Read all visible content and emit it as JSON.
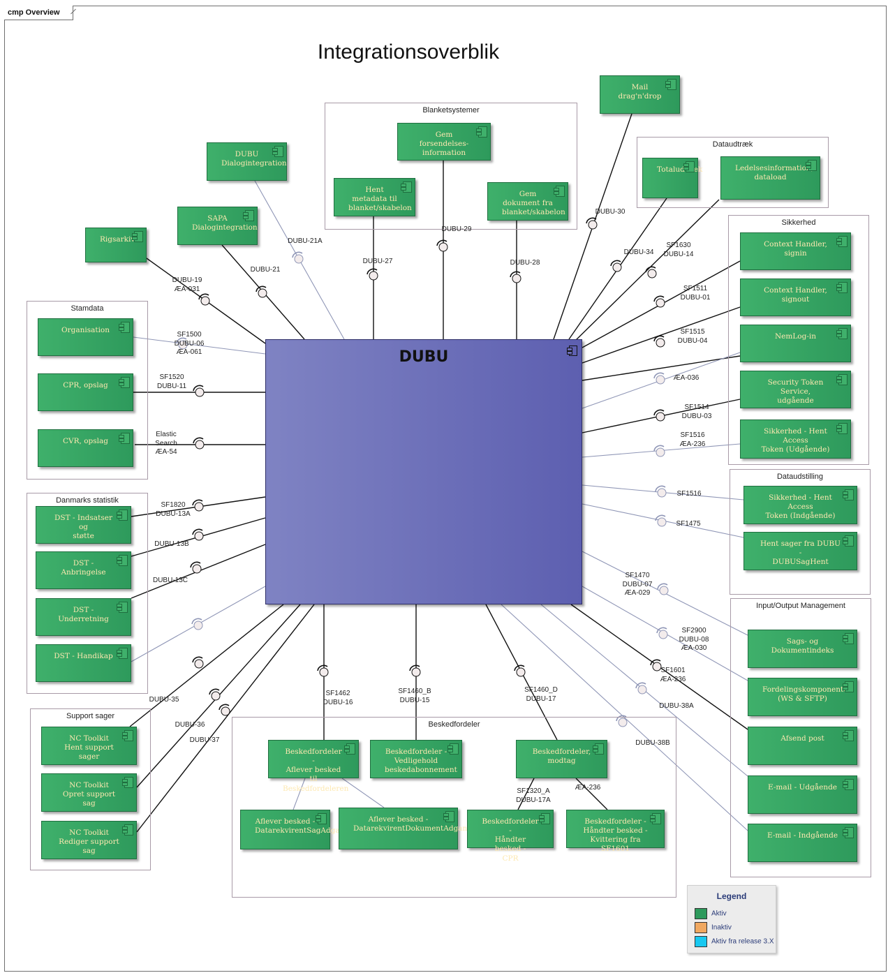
{
  "frame_tab": "cmp Overview",
  "title": "Integrationsoverblik",
  "central": "DUBU",
  "groups": [
    {
      "id": "blanket",
      "label": "Blanketsystemer"
    },
    {
      "id": "datauds",
      "label": "Dataudtræk"
    },
    {
      "id": "sikkerhed",
      "label": "Sikkerhed"
    },
    {
      "id": "stamdata",
      "label": "Stamdata"
    },
    {
      "id": "dst",
      "label": "Danmarks statistik"
    },
    {
      "id": "dataudstilling",
      "label": "Dataudstilling"
    },
    {
      "id": "iom",
      "label": "Input/Output Management"
    },
    {
      "id": "support",
      "label": "Support sager"
    },
    {
      "id": "besked",
      "label": "Beskedfordeler"
    }
  ],
  "components": [
    {
      "id": "mail",
      "label": "Mail drag'n'drop"
    },
    {
      "id": "dubu_dialog",
      "label": "DUBU\nDialogintegration"
    },
    {
      "id": "sapa",
      "label": "SAPA\nDialogintegration"
    },
    {
      "id": "rigsarkivet",
      "label": "Rigsarkivet"
    },
    {
      "id": "gem_fors",
      "label": "Gem forsendelses-\ninformation"
    },
    {
      "id": "hent_meta",
      "label": "Hent metadata til\nblanket/skabelon"
    },
    {
      "id": "gem_dok",
      "label": "Gem dokument fra\nblanket/skabelon"
    },
    {
      "id": "totaludtraek",
      "label": "Totaludtræk"
    },
    {
      "id": "ledelses",
      "label": "Ledelsesinformation,\ndataload"
    },
    {
      "id": "ctx_signin",
      "label": "Context Handler, signin"
    },
    {
      "id": "ctx_signout",
      "label": "Context Handler, signout"
    },
    {
      "id": "nemlog",
      "label": "NemLog-in"
    },
    {
      "id": "sts",
      "label": "Security Token Service,\nudgående"
    },
    {
      "id": "sik_hent_ud",
      "label": "Sikkerhed - Hent Access\nToken (Udgående)"
    },
    {
      "id": "organisation",
      "label": "Organisation"
    },
    {
      "id": "cpr",
      "label": "CPR, opslag"
    },
    {
      "id": "cvr",
      "label": "CVR, opslag"
    },
    {
      "id": "dst_indsats",
      "label": "DST - Indsatser og\nstøtte"
    },
    {
      "id": "dst_anbr",
      "label": "DST - Anbringelse"
    },
    {
      "id": "dst_under",
      "label": "DST - Underretning"
    },
    {
      "id": "dst_handi",
      "label": "DST - Handikap"
    },
    {
      "id": "sik_hent_ind",
      "label": "Sikkerhed - Hent Access\nToken (Indgående)"
    },
    {
      "id": "hent_sager",
      "label": "Hent sager fra DUBU -\nDUBUSagHent"
    },
    {
      "id": "sags_dok",
      "label": "Sags- og Dokumentindeks"
    },
    {
      "id": "fordeling",
      "label": "Fordelingskomponenten\n(WS & SFTP)"
    },
    {
      "id": "afsend",
      "label": "Afsend post"
    },
    {
      "id": "email_ud",
      "label": "E-mail - Udgående"
    },
    {
      "id": "email_ind",
      "label": "E-mail - Indgående"
    },
    {
      "id": "nc_hent",
      "label": "NC Toolkit\nHent support sager"
    },
    {
      "id": "nc_opret",
      "label": "NC Toolkit\nOpret support sag"
    },
    {
      "id": "nc_rediger",
      "label": "NC Toolkit\nRediger support sag"
    },
    {
      "id": "bf_aflever",
      "label": "Beskedfordeler -\nAflever besked til\nBeskedfordeleren"
    },
    {
      "id": "bf_vedl",
      "label": "Beskedfordeler -\nVedligehold\nbeskedabonnement"
    },
    {
      "id": "bf_modtag",
      "label": "Beskedfordeler,\nmodtag"
    },
    {
      "id": "afl_sag",
      "label": "Aflever besked -\nDatarekvirentSagAdgang"
    },
    {
      "id": "afl_dok",
      "label": "Aflever besked -\nDatarekvirentDokumentAdgang"
    },
    {
      "id": "bf_cpr",
      "label": "Beskedfordeler -\nHåndter besked -\nCPR"
    },
    {
      "id": "bf_kvit",
      "label": "Beskedfordeler -\nHåndter besked -\nKvittering fra SF1601"
    }
  ],
  "interface_labels": [
    {
      "id": "l_dubu30",
      "text": "DUBU-30"
    },
    {
      "id": "l_dubu21a",
      "text": "DUBU-21A"
    },
    {
      "id": "l_dubu21",
      "text": "DUBU-21"
    },
    {
      "id": "l_dubu19",
      "text": "DUBU-19\nÆA-031"
    },
    {
      "id": "l_dubu29",
      "text": "DUBU-29"
    },
    {
      "id": "l_dubu27",
      "text": "DUBU-27"
    },
    {
      "id": "l_dubu28",
      "text": "DUBU-28"
    },
    {
      "id": "l_dubu34",
      "text": "DUBU-34"
    },
    {
      "id": "l_sf1630",
      "text": "SF1630\nDUBU-14"
    },
    {
      "id": "l_sf1511",
      "text": "SF1511\nDUBU-01"
    },
    {
      "id": "l_sf1515",
      "text": "SF1515\nDUBU-04"
    },
    {
      "id": "l_ae036",
      "text": "ÆA-036"
    },
    {
      "id": "l_sf1514",
      "text": "SF1514\nDUBU-03"
    },
    {
      "id": "l_sf1516a",
      "text": "SF1516\nÆA-236"
    },
    {
      "id": "l_sf1500",
      "text": "SF1500\nDUBU-06\nÆA-061"
    },
    {
      "id": "l_sf1520",
      "text": "SF1520\nDUBU-11"
    },
    {
      "id": "l_elastic",
      "text": "Elastic\nSearch\nÆA-54"
    },
    {
      "id": "l_sf1820",
      "text": "SF1820\nDUBU-13A"
    },
    {
      "id": "l_dubu13b",
      "text": "DUBU-13B"
    },
    {
      "id": "l_dubu13c",
      "text": "DUBU-13C"
    },
    {
      "id": "l_sf1516b",
      "text": "SF1516"
    },
    {
      "id": "l_sf1475",
      "text": "SF1475"
    },
    {
      "id": "l_sf1470",
      "text": "SF1470\nDUBU-07\nÆA-029"
    },
    {
      "id": "l_sf2900",
      "text": "SF2900\nDUBU-08\nÆA-030"
    },
    {
      "id": "l_sf1601",
      "text": "SF1601\nÆA-236"
    },
    {
      "id": "l_dubu38a",
      "text": "DUBU-38A"
    },
    {
      "id": "l_dubu38b",
      "text": "DUBU-38B"
    },
    {
      "id": "l_dubu35",
      "text": "DUBU-35"
    },
    {
      "id": "l_dubu36",
      "text": "DUBU-36"
    },
    {
      "id": "l_dubu37",
      "text": "DUBU-37"
    },
    {
      "id": "l_sf1462",
      "text": "SF1462\nDUBU-16"
    },
    {
      "id": "l_sf1460b",
      "text": "SF1460_B\nDUBU-15"
    },
    {
      "id": "l_sf1460d",
      "text": "SF1460_D\nDUBU-17"
    },
    {
      "id": "l_sf1320",
      "text": "SF1320_A\nDUBU-17A"
    },
    {
      "id": "l_ae236",
      "text": "ÆA-236"
    }
  ],
  "legend": {
    "title": "Legend",
    "items": [
      {
        "label": "Aktiv",
        "color": "#2e9a5c"
      },
      {
        "label": "Inaktiv",
        "color": "#f0a860"
      },
      {
        "label": "Aktiv fra release 3.X",
        "color": "#18c8f0"
      }
    ]
  },
  "colors": {
    "component": "#3fb06b",
    "central": "#6b6db8",
    "line_dark": "#111111",
    "line_light": "#8f96b6"
  }
}
